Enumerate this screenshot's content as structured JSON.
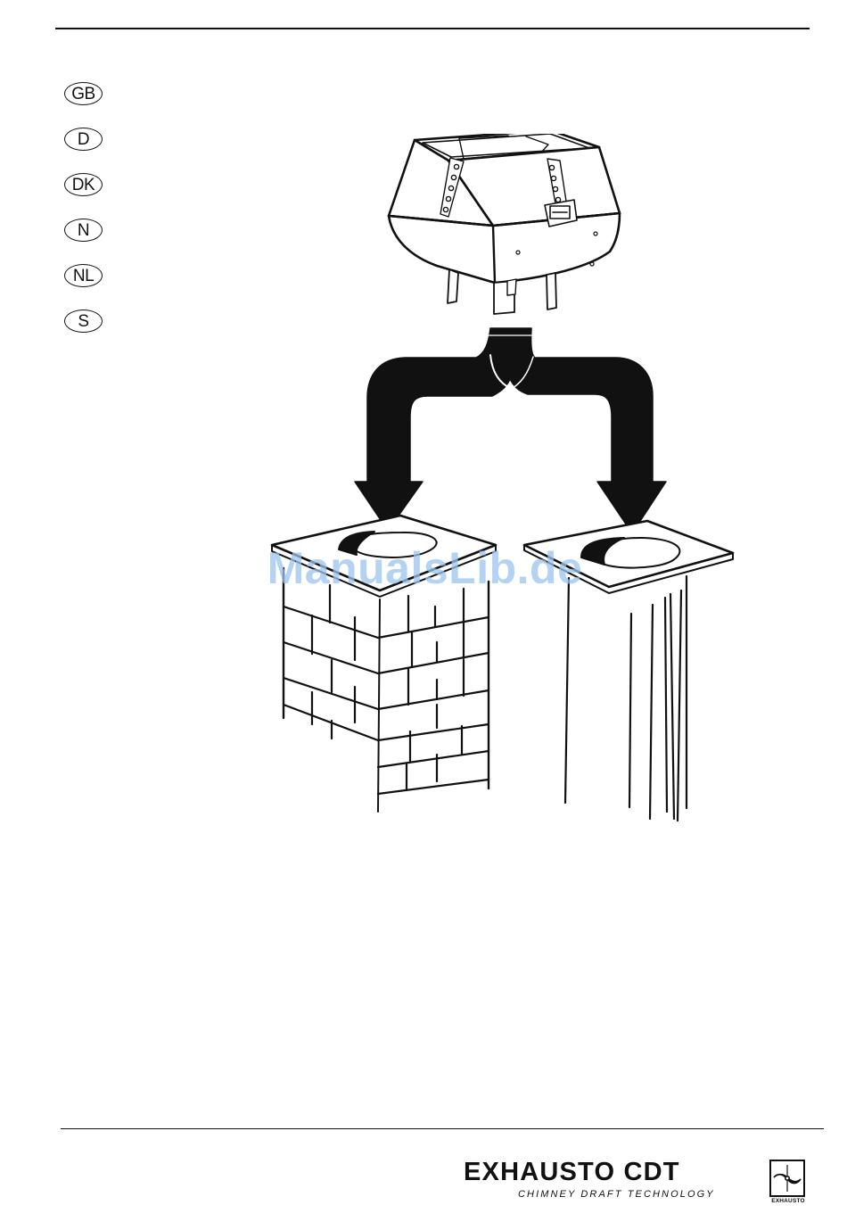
{
  "languages": [
    {
      "code": "GB"
    },
    {
      "code": "D"
    },
    {
      "code": "DK"
    },
    {
      "code": "N"
    },
    {
      "code": "NL"
    },
    {
      "code": "S"
    }
  ],
  "watermark": "ManualsLib.de",
  "brand": {
    "name": "EXHAUSTO CDT",
    "tagline": "CHIMNEY DRAFT TECHNOLOGY",
    "logo_text": "EXHAUSTO"
  },
  "icons": {
    "fan": "chimney-fan-icon",
    "arrows": "split-arrow-icon",
    "brick": "brick-chimney-icon",
    "steel": "steel-chimney-icon",
    "logo": "propeller-logo-icon"
  }
}
